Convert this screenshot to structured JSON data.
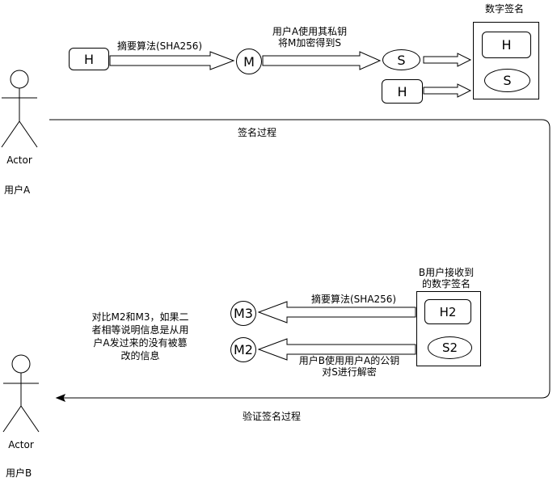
{
  "actors": {
    "a": {
      "symbol": "Actor",
      "name": "用户A"
    },
    "b": {
      "symbol": "Actor",
      "name": "用户B"
    }
  },
  "top": {
    "h_box": "H",
    "hash_label": "摘要算法(SHA256)",
    "m_node": "M",
    "encrypt_label": "用户A使用其私钥\n将M加密得到S",
    "s_node": "S",
    "h_box_lower": "H",
    "signature_title": "数字签名",
    "signature_h": "H",
    "signature_s": "S",
    "process_label": "签名过程"
  },
  "bottom": {
    "received_title": "B用户接收到\n的数字签名",
    "received_h": "H2",
    "received_s": "S2",
    "hash_label": "摘要算法(SHA256)",
    "decrypt_label": "用户B使用用户A的公钥\n对S进行解密",
    "m3_node": "M3",
    "m2_node": "M2",
    "compare_text": "对比M2和M3，如果二者相等说明信息是从用户A发过来的没有被篡改的信息",
    "process_label": "验证签名过程"
  }
}
